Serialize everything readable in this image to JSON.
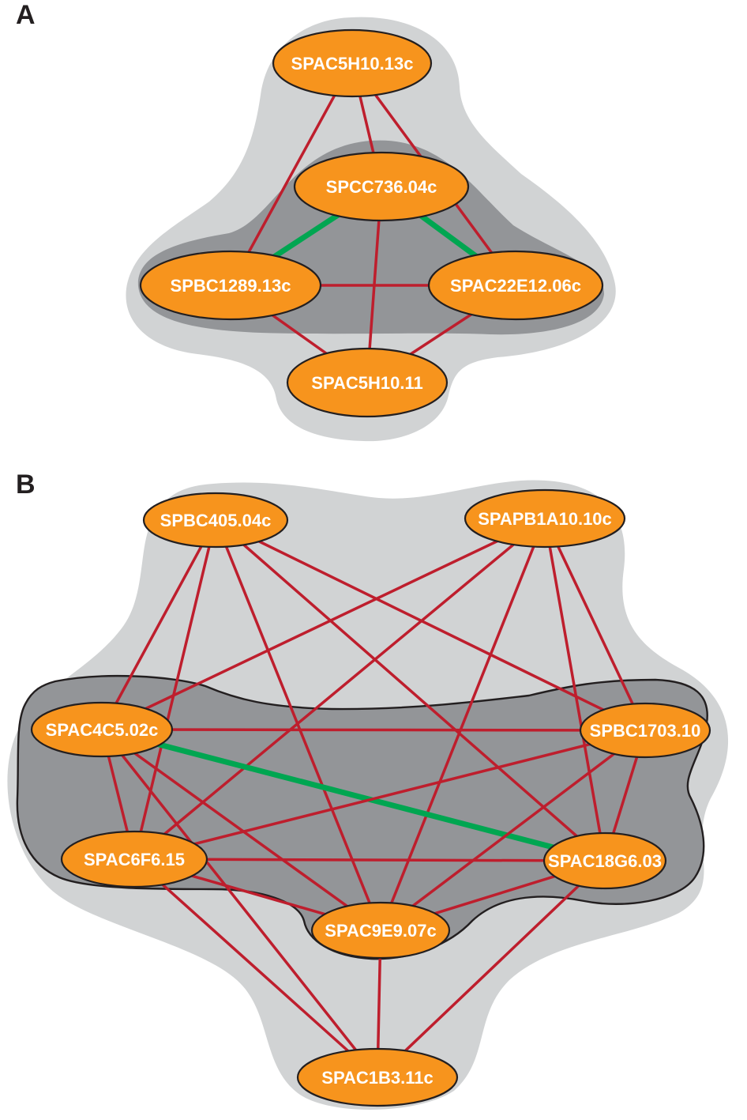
{
  "colors": {
    "node_fill": "#f7941d",
    "node_stroke": "#231f20",
    "edge_red": "#be1e2d",
    "edge_green": "#00a651",
    "region_outer": "#d1d3d4",
    "region_inner": "#939598",
    "label_text": "#ffffff"
  },
  "panels": [
    {
      "label": "A",
      "nodes": [
        {
          "id": "a1",
          "label": "SPAC5H10.13c"
        },
        {
          "id": "a2",
          "label": "SPCC736.04c"
        },
        {
          "id": "a3",
          "label": "SPBC1289.13c"
        },
        {
          "id": "a4",
          "label": "SPAC22E12.06c"
        },
        {
          "id": "a5",
          "label": "SPAC5H10.11"
        }
      ],
      "edges": [
        {
          "from": "a1",
          "to": "a2",
          "type": "red"
        },
        {
          "from": "a1",
          "to": "a3",
          "type": "red"
        },
        {
          "from": "a1",
          "to": "a4",
          "type": "red"
        },
        {
          "from": "a2",
          "to": "a3",
          "type": "green"
        },
        {
          "from": "a2",
          "to": "a4",
          "type": "green"
        },
        {
          "from": "a2",
          "to": "a5",
          "type": "red"
        },
        {
          "from": "a3",
          "to": "a4",
          "type": "red"
        },
        {
          "from": "a3",
          "to": "a5",
          "type": "red"
        },
        {
          "from": "a4",
          "to": "a5",
          "type": "red"
        }
      ]
    },
    {
      "label": "B",
      "nodes": [
        {
          "id": "b1",
          "label": "SPBC405.04c"
        },
        {
          "id": "b2",
          "label": "SPAPB1A10.10c"
        },
        {
          "id": "b3",
          "label": "SPAC4C5.02c"
        },
        {
          "id": "b4",
          "label": "SPBC1703.10"
        },
        {
          "id": "b5",
          "label": "SPAC6F6.15"
        },
        {
          "id": "b6",
          "label": "SPAC18G6.03"
        },
        {
          "id": "b7",
          "label": "SPAC9E9.07c"
        },
        {
          "id": "b8",
          "label": "SPAC1B3.11c"
        }
      ],
      "edges": [
        {
          "from": "b1",
          "to": "b3",
          "type": "red"
        },
        {
          "from": "b1",
          "to": "b5",
          "type": "red"
        },
        {
          "from": "b1",
          "to": "b7",
          "type": "red"
        },
        {
          "from": "b1",
          "to": "b6",
          "type": "red"
        },
        {
          "from": "b1",
          "to": "b4",
          "type": "red"
        },
        {
          "from": "b2",
          "to": "b3",
          "type": "red"
        },
        {
          "from": "b2",
          "to": "b5",
          "type": "red"
        },
        {
          "from": "b2",
          "to": "b7",
          "type": "red"
        },
        {
          "from": "b2",
          "to": "b6",
          "type": "red"
        },
        {
          "from": "b2",
          "to": "b4",
          "type": "red"
        },
        {
          "from": "b3",
          "to": "b4",
          "type": "red"
        },
        {
          "from": "b3",
          "to": "b6",
          "type": "green"
        },
        {
          "from": "b3",
          "to": "b5",
          "type": "red"
        },
        {
          "from": "b3",
          "to": "b7",
          "type": "red"
        },
        {
          "from": "b3",
          "to": "b8",
          "type": "red"
        },
        {
          "from": "b4",
          "to": "b5",
          "type": "red"
        },
        {
          "from": "b4",
          "to": "b6",
          "type": "red"
        },
        {
          "from": "b4",
          "to": "b7",
          "type": "red"
        },
        {
          "from": "b5",
          "to": "b6",
          "type": "red"
        },
        {
          "from": "b5",
          "to": "b7",
          "type": "red"
        },
        {
          "from": "b5",
          "to": "b8",
          "type": "red"
        },
        {
          "from": "b6",
          "to": "b7",
          "type": "red"
        },
        {
          "from": "b6",
          "to": "b8",
          "type": "red"
        },
        {
          "from": "b7",
          "to": "b8",
          "type": "red"
        }
      ]
    }
  ]
}
